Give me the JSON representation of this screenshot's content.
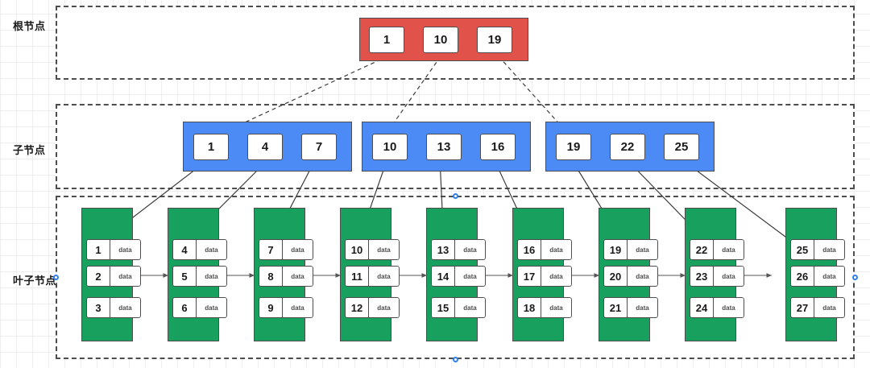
{
  "diagram": {
    "title": "B+ Tree structure diagram",
    "colors": {
      "root": "#e1534a",
      "child": "#4c8bf5",
      "leaf": "#17a05e",
      "border": "#4d4d4d",
      "selection": "#2f7ff0",
      "grid": "#eeeeee",
      "canvas": "#ffffff"
    }
  },
  "labels": {
    "root": "根节点",
    "child": "子节点",
    "leaf": "叶子节点"
  },
  "root_node": {
    "keys": [
      "1",
      "10",
      "19"
    ]
  },
  "child_nodes": [
    {
      "keys": [
        "1",
        "4",
        "7"
      ]
    },
    {
      "keys": [
        "10",
        "13",
        "16"
      ]
    },
    {
      "keys": [
        "19",
        "22",
        "25"
      ]
    }
  ],
  "leaf_nodes": [
    {
      "entries": [
        {
          "key": "1",
          "value": "data"
        },
        {
          "key": "2",
          "value": "data"
        },
        {
          "key": "3",
          "value": "data"
        }
      ]
    },
    {
      "entries": [
        {
          "key": "4",
          "value": "data"
        },
        {
          "key": "5",
          "value": "data"
        },
        {
          "key": "6",
          "value": "data"
        }
      ]
    },
    {
      "entries": [
        {
          "key": "7",
          "value": "data"
        },
        {
          "key": "8",
          "value": "data"
        },
        {
          "key": "9",
          "value": "data"
        }
      ]
    },
    {
      "entries": [
        {
          "key": "10",
          "value": "data"
        },
        {
          "key": "11",
          "value": "data"
        },
        {
          "key": "12",
          "value": "data"
        }
      ]
    },
    {
      "entries": [
        {
          "key": "13",
          "value": "data"
        },
        {
          "key": "14",
          "value": "data"
        },
        {
          "key": "15",
          "value": "data"
        }
      ]
    },
    {
      "entries": [
        {
          "key": "16",
          "value": "data"
        },
        {
          "key": "17",
          "value": "data"
        },
        {
          "key": "18",
          "value": "data"
        }
      ]
    },
    {
      "entries": [
        {
          "key": "19",
          "value": "data"
        },
        {
          "key": "20",
          "value": "data"
        },
        {
          "key": "21",
          "value": "data"
        }
      ]
    },
    {
      "entries": [
        {
          "key": "22",
          "value": "data"
        },
        {
          "key": "23",
          "value": "data"
        },
        {
          "key": "24",
          "value": "data"
        }
      ]
    },
    {
      "entries": [
        {
          "key": "25",
          "value": "data"
        },
        {
          "key": "26",
          "value": "data"
        },
        {
          "key": "27",
          "value": "data"
        }
      ]
    }
  ]
}
